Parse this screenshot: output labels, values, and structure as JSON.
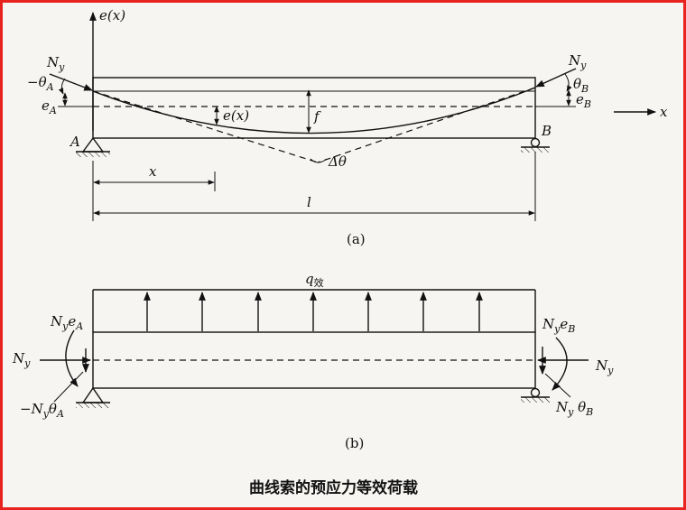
{
  "diagram_a": {
    "axis_e": "e(x)",
    "Ny_left": "N",
    "Ny_left_sub": "y",
    "theta_A": "−θ",
    "theta_A_sub": "A",
    "e_A": "e",
    "e_A_sub": "A",
    "support_A": "A",
    "e_x_mid": "e(x)",
    "f": "f",
    "delta_theta": "Δθ",
    "x_dim": "x",
    "l_dim": "l",
    "Ny_right": "N",
    "Ny_right_sub": "y",
    "theta_B": "θ",
    "theta_B_sub": "B",
    "e_B": "e",
    "e_B_sub": "B",
    "support_B": "B",
    "axis_x": "x",
    "caption": "(a)"
  },
  "diagram_b": {
    "q_label": "q",
    "q_sub": "效",
    "NyeA": "N",
    "NyeA_sub1": "y",
    "NyeA_e": "e",
    "NyeA_sub2": "A",
    "Ny_left": "N",
    "Ny_left_sub": "y",
    "NythetaA_prefix": "−N",
    "NythetaA_sub1": "y",
    "NythetaA_theta": "θ",
    "NythetaA_sub2": "A",
    "NyeB": "N",
    "NyeB_sub1": "y",
    "NyeB_e": "e",
    "NyeB_sub2": "B",
    "Ny_right": "N",
    "Ny_right_sub": "y",
    "NythetaB": "N",
    "NythetaB_sub1": "y",
    "NythetaB_theta": " θ",
    "NythetaB_sub2": "B",
    "caption": "(b)"
  },
  "title": "曲线索的预应力等效荷载"
}
